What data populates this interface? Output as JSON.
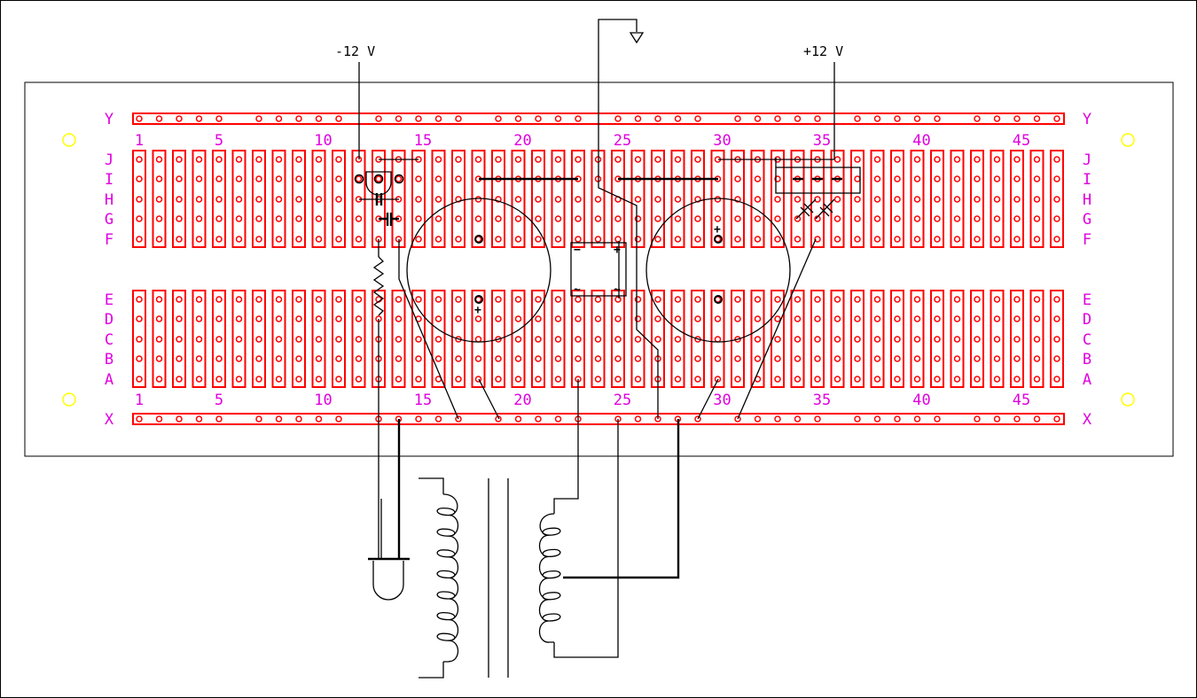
{
  "title": "Stripboard power supply layout",
  "supply_labels": {
    "negative": "-12 V",
    "positive": "+12 V"
  },
  "board": {
    "columns": 47,
    "rail_top_label": "Y",
    "rail_bottom_label": "X",
    "top_rows": [
      "J",
      "I",
      "H",
      "G",
      "F"
    ],
    "bottom_rows": [
      "E",
      "D",
      "C",
      "B",
      "A"
    ],
    "column_numbers": [
      "1",
      "5",
      "10",
      "15",
      "20",
      "25",
      "30",
      "35",
      "40",
      "45"
    ],
    "column_number_positions": [
      1,
      5,
      10,
      15,
      20,
      25,
      30,
      35,
      40,
      45
    ]
  },
  "component_marks": {
    "cap1_plus": "+",
    "cap2_plus": "+",
    "bridge_minus": "−",
    "bridge_plus": "+",
    "bridge_ac1": "~",
    "bridge_ac2": "~"
  },
  "colors": {
    "strip": "#ff0000",
    "label": "#e000e0",
    "mount_hole": "#ffff00",
    "wire": "#000000"
  }
}
